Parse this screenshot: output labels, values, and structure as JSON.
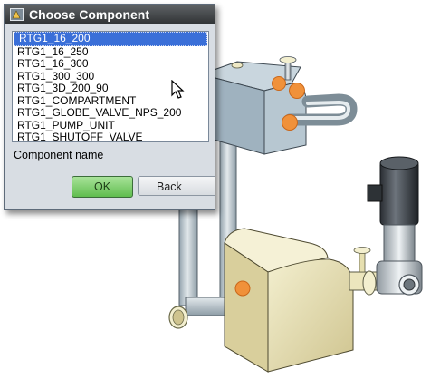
{
  "dialog": {
    "title": "Choose Component",
    "components": [
      "RTG1_16_200",
      "RTG1_16_250",
      "RTG1_16_300",
      "RTG1_300_300",
      "RTG1_3D_200_90",
      "RTG1_COMPARTMENT",
      "RTG1_GLOBE_VALVE_NPS_200",
      "RTG1_PUMP_UNIT",
      "RTG1_SHUTOFF_VALVE"
    ],
    "selected_index": 0,
    "component_name_label": "Component name",
    "ok_label": "OK",
    "back_label": "Back"
  },
  "colors": {
    "selection": "#3a6fd8",
    "title_bar": "#3a3d40",
    "ok_button": "#7ccf6b",
    "tank_grey": "#a9bcc8",
    "tank_beige": "#e6dfb0",
    "pipe": "#c8d2d8",
    "marker": "#f0913a"
  },
  "icons": [
    "app-icon",
    "pointer-cursor-icon"
  ]
}
